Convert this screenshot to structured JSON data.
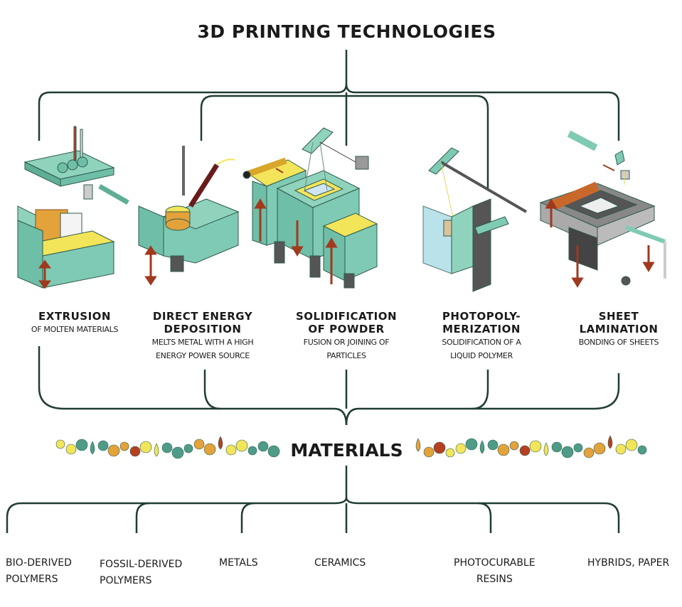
{
  "title": "3D PRINTING TECHNOLOGIES",
  "technologies": [
    {
      "name": "EXTRUSION",
      "description": "OF MOLTEN MATERIALS"
    },
    {
      "name_line1": "DIRECT ENERGY",
      "name_line2": "DEPOSITION",
      "description_line1": "MELTS METAL WITH A HIGH",
      "description_line2": "ENERGY POWER SOURCE"
    },
    {
      "name_line1": "SOLIDIFICATION",
      "name_line2": "OF POWDER",
      "description_line1": "FUSION OR JOINING OF",
      "description_line2": "PARTICLES"
    },
    {
      "name_line1": "PHOTOPOLY-",
      "name_line2": "MERIZATION",
      "description_line1": "SOLIDIFICATION OF A",
      "description_line2": "LIQUID POLYMER"
    },
    {
      "name_line1": "SHEET",
      "name_line2": "LAMINATION",
      "description": "BONDING OF SHEETS"
    }
  ],
  "materials_label": "MATERIALS",
  "material_categories": [
    {
      "line1": "BIO-DERIVED",
      "line2": "POLYMERS"
    },
    {
      "line1": "FOSSIL-DERIVED",
      "line2": "POLYMERS"
    },
    {
      "line1": "METALS"
    },
    {
      "line1": "CERAMICS"
    },
    {
      "line1": "PHOTOCURABLE",
      "line2": "RESINS"
    },
    {
      "line1": "HYBRIDS, PAPER"
    }
  ],
  "colors": {
    "line": "#1f3d33",
    "teal": "#7fcab4",
    "teal_dark": "#4e9c88",
    "yellow": "#f3e55a",
    "orange": "#e3a23a",
    "red": "#b5401f",
    "gray": "#4a4a4a"
  }
}
